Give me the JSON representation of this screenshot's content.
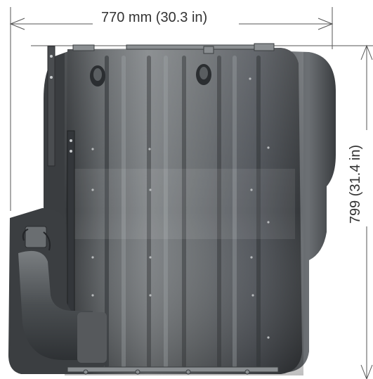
{
  "dimensions": {
    "width_label": "770 mm (30.3 in)",
    "height_label": "799 (31.4 in)"
  },
  "colors": {
    "line": "#555555",
    "tank_dark": "#3a3d40",
    "tank_mid": "#6b6f72",
    "tank_light": "#9a9ea1"
  },
  "object": "fuel-tank"
}
